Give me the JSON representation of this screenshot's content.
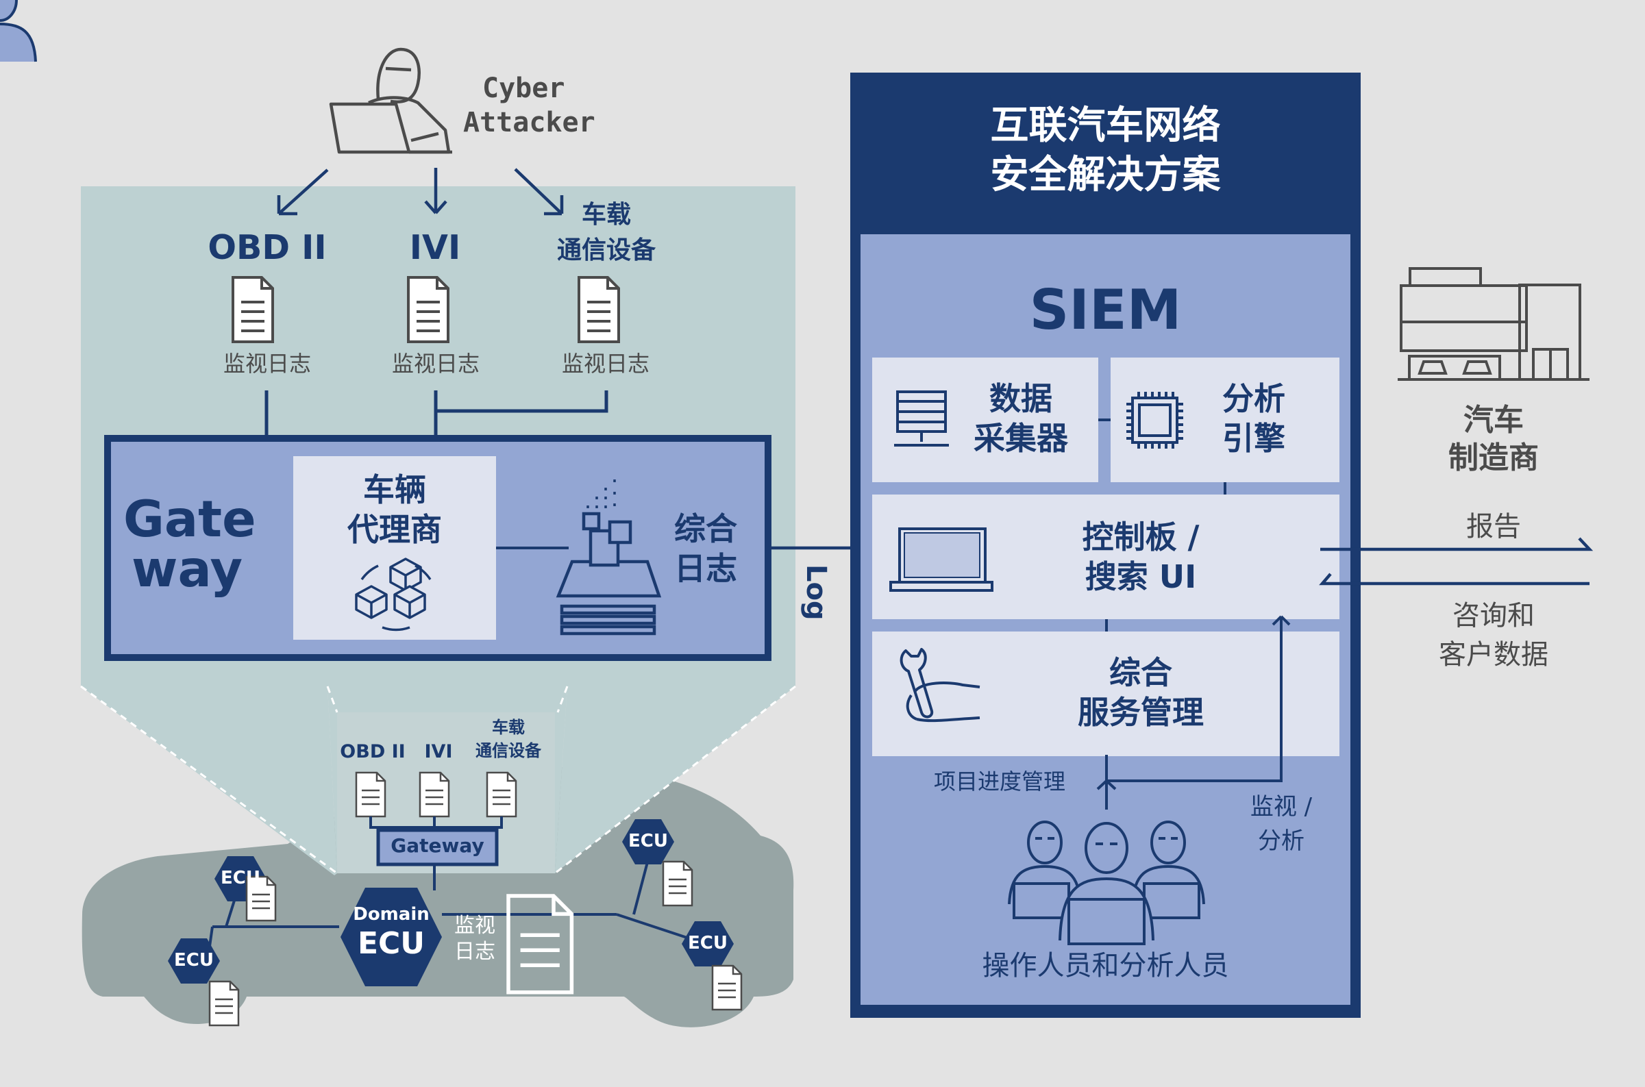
{
  "attacker": {
    "line1": "Cyber",
    "line2": "Attacker"
  },
  "entry_points": [
    {
      "name": "OBD II",
      "log": "监视日志"
    },
    {
      "name": "IVI",
      "log": "监视日志"
    },
    {
      "name_line1": "车载",
      "name_line2": "通信设备",
      "log": "监视日志"
    }
  ],
  "gateway": {
    "title_line1": "Gate",
    "title_line2": "way",
    "agent_line1": "车辆",
    "agent_line2": "代理商",
    "logs_line1": "综合",
    "logs_line2": "日志"
  },
  "car_inset": {
    "obd": "OBD II",
    "ivi": "IVI",
    "comm_line1": "车载",
    "comm_line2": "通信设备",
    "gateway_label": "Gateway"
  },
  "ecus": {
    "ecu": "ECU",
    "domain_line1": "Domain",
    "domain_line2": "ECU",
    "log_line1": "监视",
    "log_line2": "日志"
  },
  "log_label": "Log",
  "solution": {
    "title_line1": "互联汽车网络",
    "title_line2": "安全解决方案",
    "siem": "SIEM",
    "collector_line1": "数据",
    "collector_line2": "采集器",
    "engine_line1": "分析",
    "engine_line2": "引擎",
    "dashboard_line1": "控制板 /",
    "dashboard_line2": "搜索 UI",
    "service_line1": "综合",
    "service_line2": "服务管理",
    "project": "项目进度管理",
    "monitor_line1": "监视 /",
    "monitor_line2": "分析",
    "operators": "操作人员和分析人员"
  },
  "manufacturer": {
    "line1": "汽车",
    "line2": "制造商",
    "report": "报告",
    "inquiry_line1": "咨询和",
    "inquiry_line2": "客户数据"
  },
  "colors": {
    "navy": "#1b3a6f",
    "periwinkle": "#93a6d3",
    "light_panel": "#dfe3ef",
    "teal_panel": "#bdd1d2",
    "car_body": "#97a5a5",
    "background": "#e3e3e3"
  }
}
